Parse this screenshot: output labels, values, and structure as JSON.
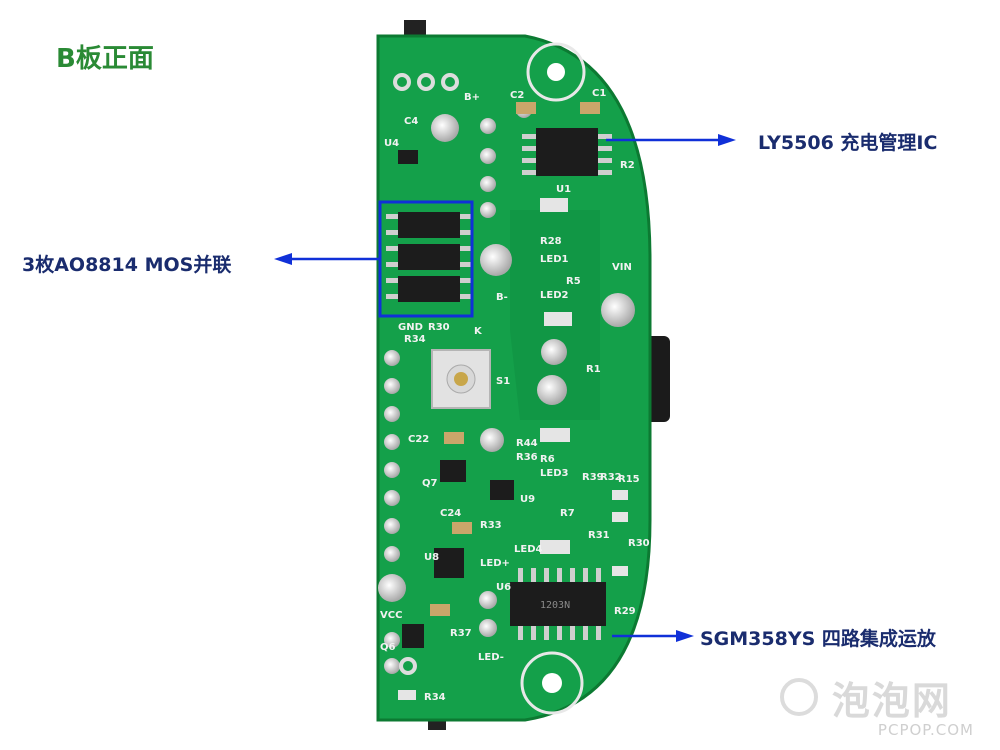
{
  "title": "B板正面",
  "callouts": {
    "charge_ic": "LY5506 充电管理IC",
    "mos": "3枚AO8814 MOS并联",
    "opamp": "SGM358YS 四路集成运放"
  },
  "silkscreen": {
    "b_plus": "B+",
    "b_minus": "B-",
    "c2": "C2",
    "c1": "C1",
    "c4": "C4",
    "u4": "U4",
    "r2": "R2",
    "u1": "U1",
    "r28": "R28",
    "led1": "LED1",
    "led2": "LED2",
    "r5": "R5",
    "vin": "VIN",
    "gnd": "GND",
    "r30": "R30",
    "r34": "R34",
    "k": "K",
    "s1": "S1",
    "r1": "R1",
    "c22": "C22",
    "r44": "R44",
    "r36": "R36",
    "r6": "R6",
    "led3": "LED3",
    "q7": "Q7",
    "u9": "U9",
    "r33": "R33",
    "c24": "C24",
    "r39": "R39",
    "r32": "R32",
    "r15": "R15",
    "r7": "R7",
    "r31": "R31",
    "led4": "LED4",
    "u8": "U8",
    "led_plus": "LED+",
    "u6": "U6",
    "r29": "R29",
    "vcc": "VCC",
    "q6": "Q6",
    "r37": "R37",
    "led_minus": "LED-",
    "chip_marking": "1203N"
  },
  "watermark": {
    "cn": "泡泡网",
    "en": "PCPOP.COM"
  },
  "colors": {
    "pcb": "#14a04a",
    "pcb_dark": "#0c8a3a",
    "pad": "#d9d9d9",
    "arrow": "#1030d8",
    "callout_text": "#1a2c6e",
    "title": "#2a8a35"
  }
}
